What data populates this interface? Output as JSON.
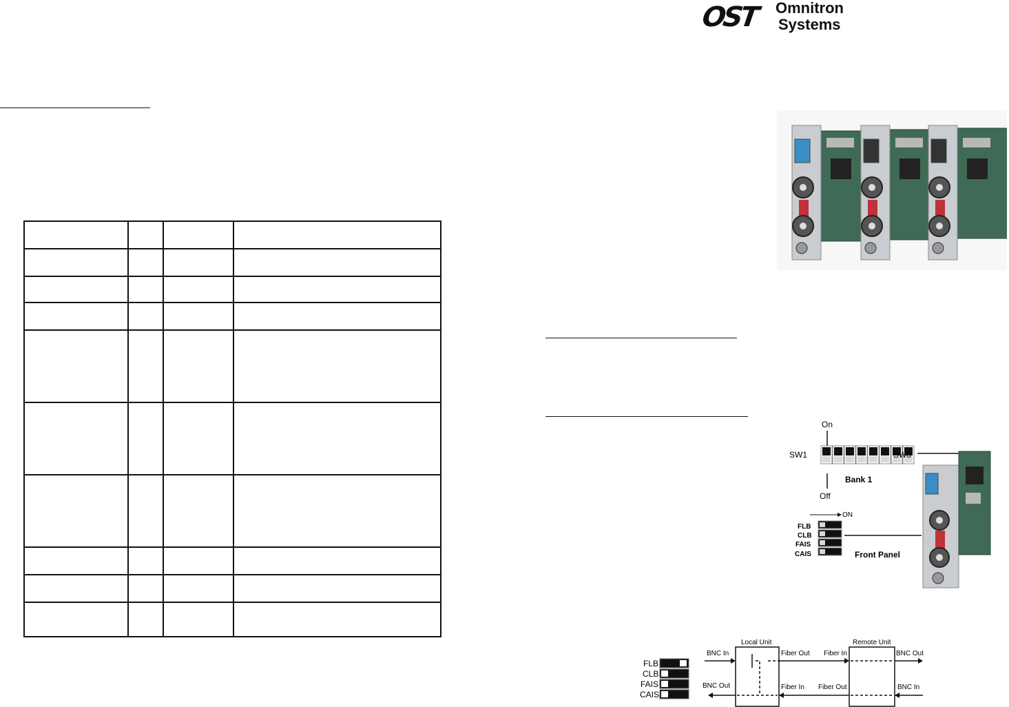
{
  "brand": {
    "logo_mark": "OST",
    "company_line1": "Omnitron",
    "company_line2": "Systems"
  },
  "spec_table": {
    "rows": [
      [
        "",
        "",
        "",
        ""
      ],
      [
        "",
        "",
        "",
        ""
      ],
      [
        "",
        "",
        "",
        ""
      ],
      [
        "",
        "",
        "",
        ""
      ],
      [
        "",
        "",
        "",
        ""
      ],
      [
        "",
        "",
        "",
        ""
      ],
      [
        "",
        "",
        "",
        ""
      ],
      [
        "",
        "",
        "",
        ""
      ],
      [
        "",
        "",
        "",
        ""
      ],
      [
        "",
        "",
        "",
        ""
      ]
    ]
  },
  "switch_diagram": {
    "on_label": "On",
    "off_label": "Off",
    "sw_first": "SW1",
    "sw_last": "SW8",
    "bank_label": "Bank 1",
    "front_on_label": "ON",
    "front_switches": [
      "FLB",
      "CLB",
      "FAIS",
      "CAIS"
    ],
    "front_panel_label": "Front Panel"
  },
  "loopback_diagram": {
    "switches": [
      "FLB",
      "CLB",
      "FAIS",
      "CAIS"
    ],
    "local_unit": "Local Unit",
    "remote_unit": "Remote Unit",
    "bnc_in": "BNC In",
    "bnc_out": "BNC Out",
    "fiber_out": "Fiber Out",
    "fiber_in": "Fiber In",
    "remote_fiber_in": "Fiber In",
    "remote_bnc_out": "BNC Out",
    "remote_fiber_out": "Fiber Out",
    "remote_bnc_in": "BNC In"
  },
  "colors": {
    "module_board": "#3f6a55",
    "module_panel": "#c9ccd0",
    "switch_dark": "#111111",
    "switch_light": "#d8d8d8"
  }
}
